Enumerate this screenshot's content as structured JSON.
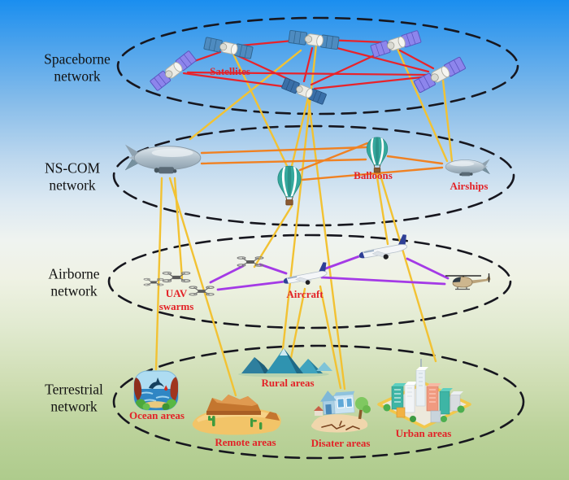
{
  "figure": {
    "type": "network-architecture-diagram",
    "layers": [
      {
        "name": "Spaceborne network",
        "node_labels": [
          "Satellites"
        ],
        "node_types": [
          "satellite"
        ],
        "node_count": 6,
        "link_color": "#E8232B"
      },
      {
        "name": "NS-COM network",
        "node_labels": [
          "Balloons",
          "Airships"
        ],
        "node_types": [
          "balloon",
          "airship"
        ],
        "node_count": 4,
        "link_color": "#F08122"
      },
      {
        "name": "Airborne network",
        "node_labels": [
          "UAV swarms",
          "Aircraft"
        ],
        "node_types": [
          "uav-drone",
          "aircraft",
          "helicopter"
        ],
        "node_count": 7,
        "link_color": "#A43AE6"
      },
      {
        "name": "Terrestrial network",
        "node_labels": [
          "Ocean areas",
          "Remote areas",
          "Rural areas",
          "Disater areas",
          "Urban areas"
        ],
        "node_types": [
          "ocean-scene",
          "desert-scene",
          "mountains-scene",
          "damaged-house-scene",
          "city-scene"
        ],
        "node_count": 5,
        "link_color": null
      }
    ],
    "interlayer_link_color": "#F2C233",
    "ellipse_stroke": "#17171F",
    "label_colors": {
      "layer": "#111111",
      "node": "#E32227"
    },
    "background": {
      "top": "#1A8EEF",
      "middle": "#EFF3F0",
      "bottom": "#AECB8C"
    }
  }
}
